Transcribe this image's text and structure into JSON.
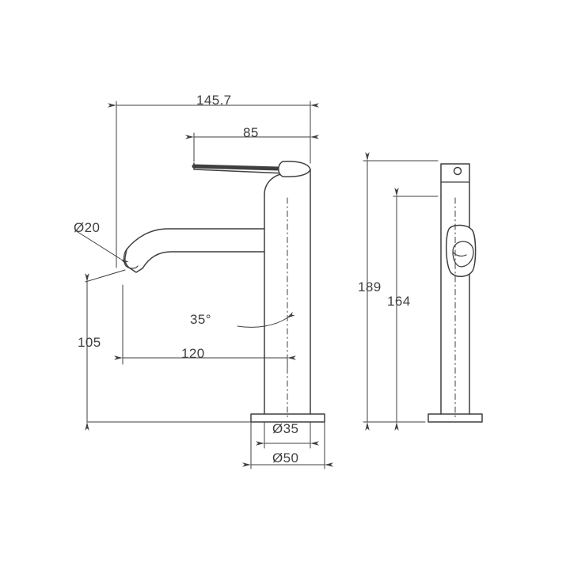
{
  "drawing": {
    "title": "Basin mixer tap technical dimension drawing",
    "units": "mm",
    "line_color": "#3f3f3f",
    "fill_color": "#ffffff",
    "background": "#ffffff",
    "views": [
      {
        "name": "side-elevation",
        "label": ""
      },
      {
        "name": "front-elevation",
        "label": ""
      }
    ],
    "dimensions": {
      "overall_length": "145.7",
      "spout_reach": "85",
      "spout_outlet_diameter": "Ø20",
      "spout_height": "105",
      "handle_front_offset": "120",
      "handle_angle": "35°",
      "body_diameter": "Ø35",
      "base_diameter": "Ø50",
      "overall_height": "189",
      "body_height": "164"
    }
  }
}
